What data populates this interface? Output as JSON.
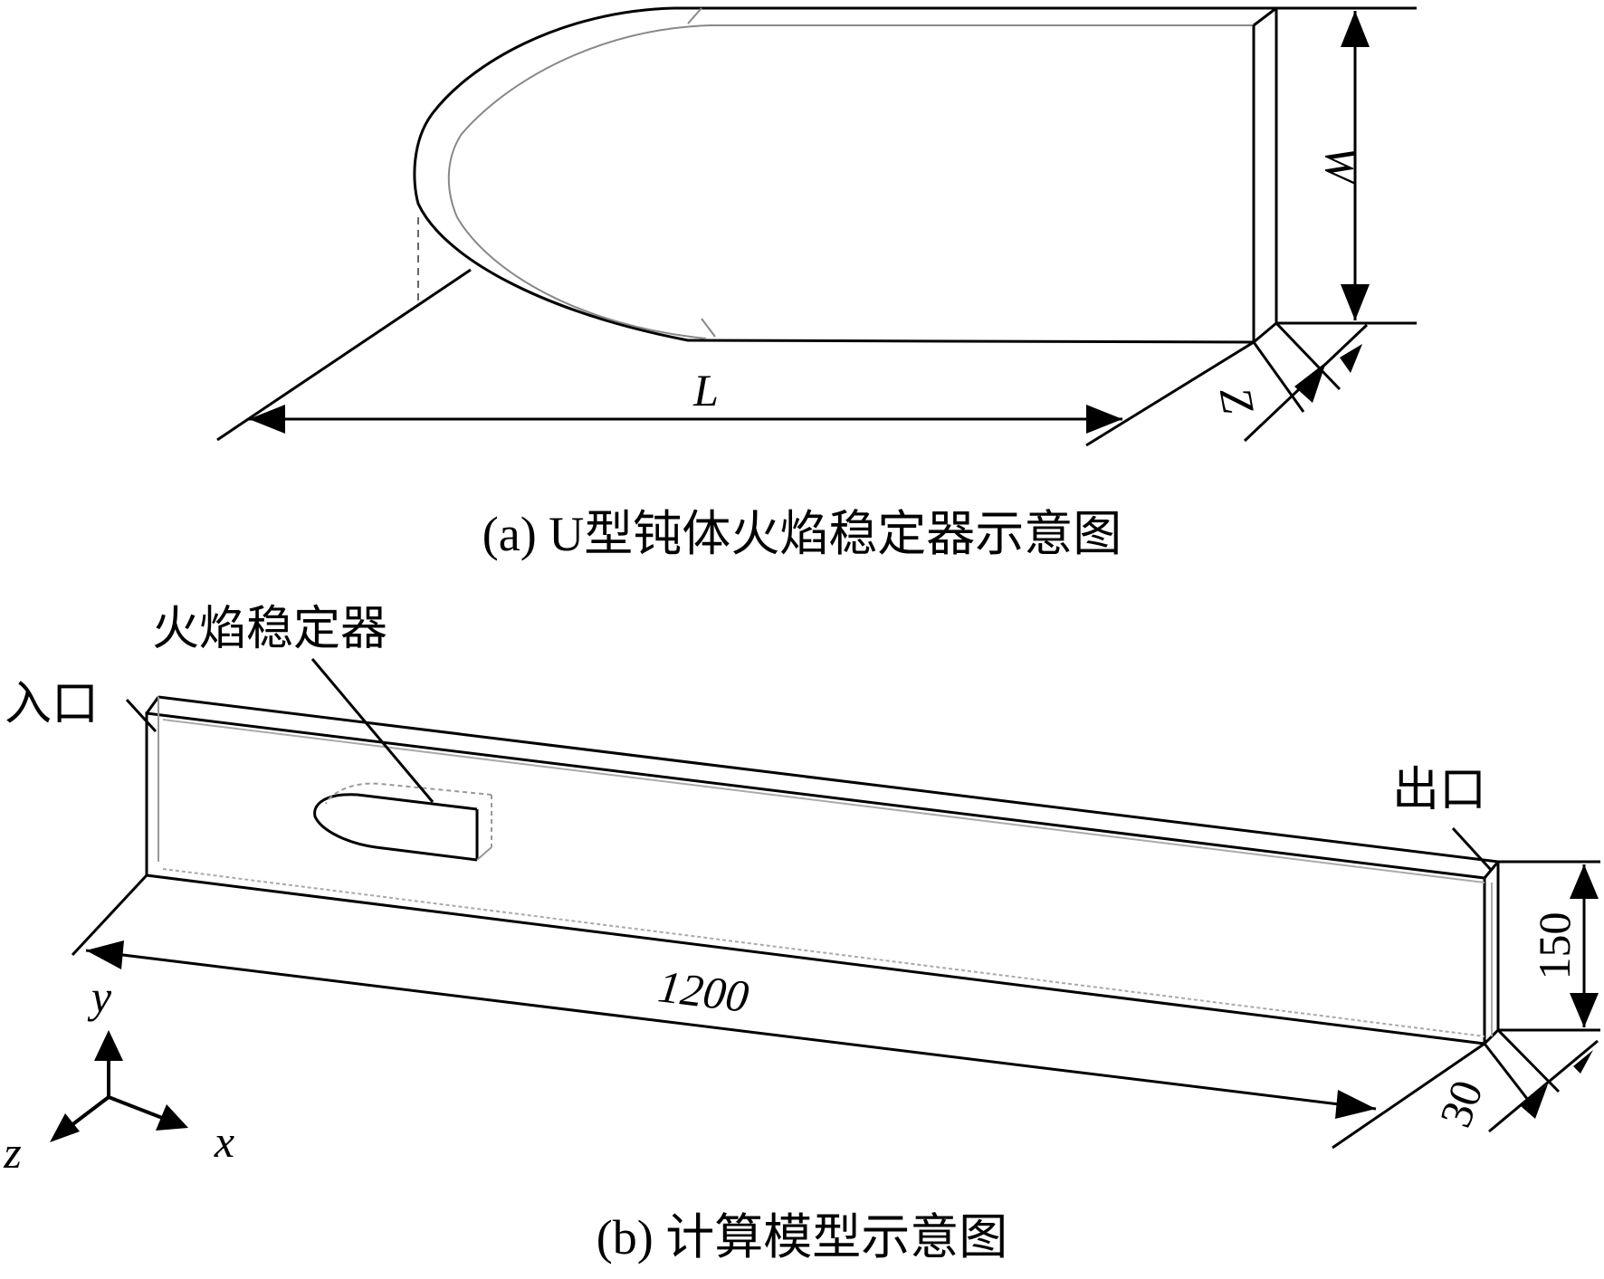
{
  "part_a": {
    "caption": "(a) U型钝体火焰稳定器示意图",
    "dimensions": {
      "length": "L",
      "width": "W",
      "depth": "Z"
    }
  },
  "part_b": {
    "caption": "(b) 计算模型示意图",
    "labels": {
      "inlet": "入口",
      "outlet": "出口",
      "flame_holder": "火焰稳定器"
    },
    "dimensions": {
      "length": "1200",
      "height": "150",
      "depth": "30"
    },
    "axes": {
      "y": "y",
      "x": "x",
      "z": "z"
    }
  }
}
